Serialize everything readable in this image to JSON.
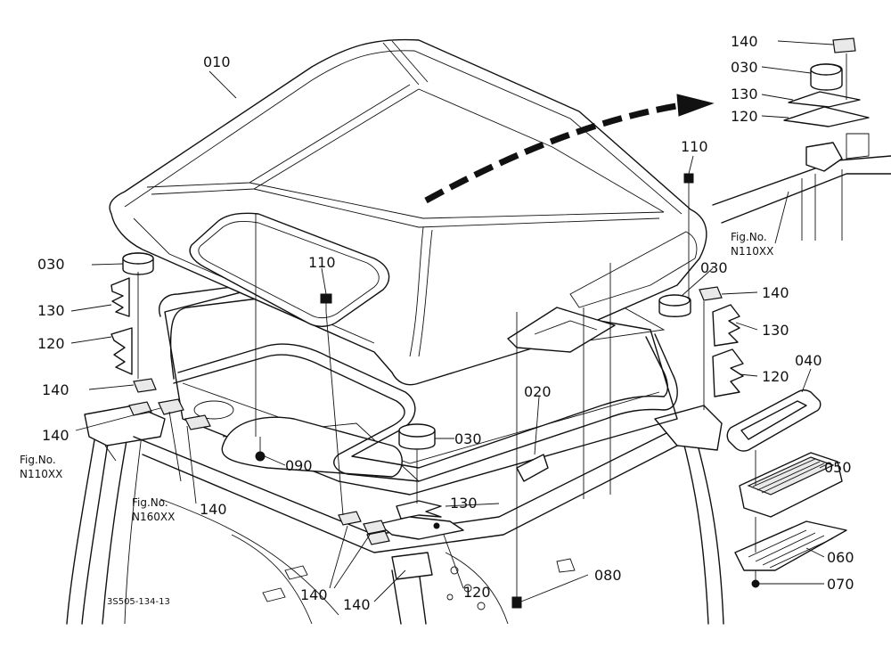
{
  "parts": {
    "p010": "010",
    "p020": "020",
    "p030_left": "030",
    "p030_center": "030",
    "p030_right": "030",
    "p030_inset": "030",
    "p040": "040",
    "p050": "050",
    "p060": "060",
    "p070": "070",
    "p080": "080",
    "p090": "090",
    "p110_center": "110",
    "p110_right": "110",
    "p120_left": "120",
    "p120_right": "120",
    "p120_inset": "120",
    "p120_bottom": "120",
    "p130_left": "130",
    "p130_right": "130",
    "p130_inset": "130",
    "p130_bottom": "130",
    "p140_left_upper": "140",
    "p140_left_lower": "140",
    "p140_mid": "140",
    "p140_right": "140",
    "p140_inset": "140",
    "p140_bottom_a": "140",
    "p140_bottom_b": "140"
  },
  "fig_refs": {
    "right": {
      "line1": "Fig.No.",
      "line2": "N110XX"
    },
    "left": {
      "line1": "Fig.No.",
      "line2": "N110XX"
    },
    "center": {
      "line1": "Fig.No.",
      "line2": "N160XX"
    }
  },
  "drawing_code": "3S505-134-13",
  "colors": {
    "ink": "#111111",
    "paper": "#ffffff"
  }
}
